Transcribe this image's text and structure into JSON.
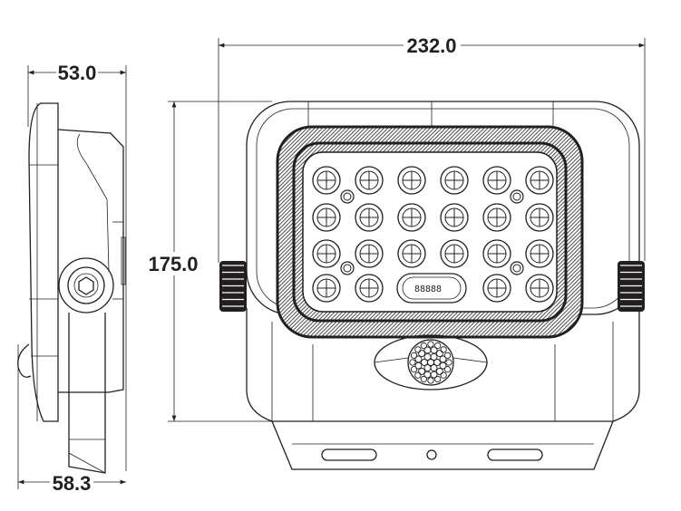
{
  "dimensions": {
    "front_width": "232.0",
    "front_height": "175.0",
    "side_top_depth": "53.0",
    "side_bottom_depth": "58.3"
  },
  "led_grid": {
    "rows": 4,
    "cols": 6
  },
  "slot_marking": "88888",
  "colors": {
    "ink": "#231f20",
    "background": "#ffffff"
  }
}
